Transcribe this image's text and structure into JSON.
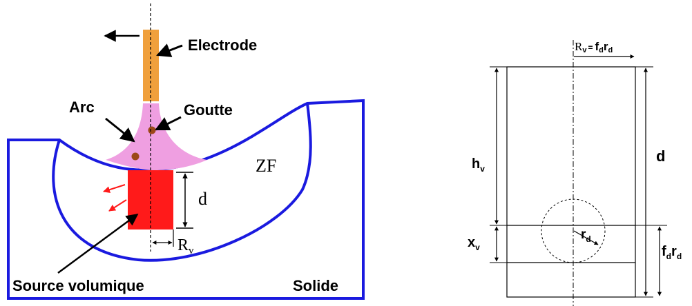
{
  "colors": {
    "outline_blue": "#1a1adf",
    "electrode_orange": "#f0a03c",
    "arc_pink": "#ef9fe1",
    "droplet_brown": "#9c4818",
    "source_red": "#ff1a1a",
    "line_black": "#000000"
  },
  "left": {
    "electrode_label": "Electrode",
    "arc_label": "Arc",
    "goutte_label": "Goutte",
    "zf_label": "ZF",
    "d_label": "d",
    "rv_main": "R",
    "rv_sub": "v",
    "source_label": "Source volumique",
    "solide_label": "Solide"
  },
  "right": {
    "top_R": "R",
    "top_v": "v",
    "top_eq": "=",
    "top_f": "f",
    "top_d1": "d",
    "top_r": "r",
    "top_d2": "d",
    "h": "h",
    "h_sub": "v",
    "x": "x",
    "x_sub": "v",
    "r": "r",
    "r_sub": "d",
    "d_label": "d",
    "b_f": "f",
    "b_sub1": "d",
    "b_r": "r",
    "b_sub2": "d"
  }
}
